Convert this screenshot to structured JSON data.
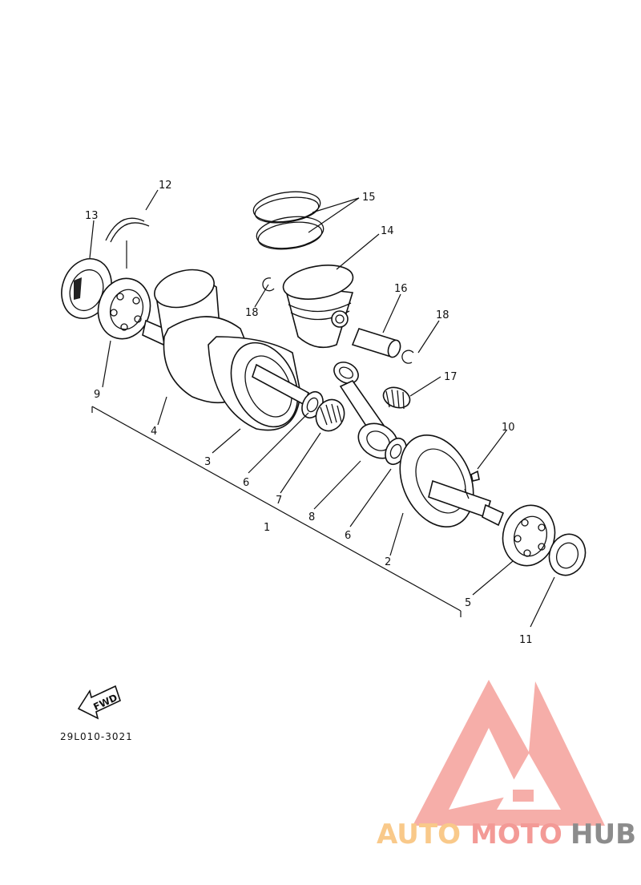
{
  "diagram": {
    "callouts": {
      "c1": "1",
      "c2": "2",
      "c3": "3",
      "c4": "4",
      "c5": "5",
      "c6a": "6",
      "c6b": "6",
      "c7": "7",
      "c8": "8",
      "c9": "9",
      "c10": "10",
      "c11": "11",
      "c12": "12",
      "c13": "13",
      "c14": "14",
      "c15": "15",
      "c16": "16",
      "c17": "17",
      "c18a": "18",
      "c18b": "18"
    },
    "fwd_label": "FWD",
    "code": "29L010-3021"
  },
  "watermark": {
    "auto": "AUTO",
    "moto": "MOTO",
    "hub": "HUB",
    "colors": {
      "auto": "#f9c98a",
      "moto": "#f39a96",
      "hub": "#8c8c8c",
      "logo": "#f4a09a"
    }
  }
}
